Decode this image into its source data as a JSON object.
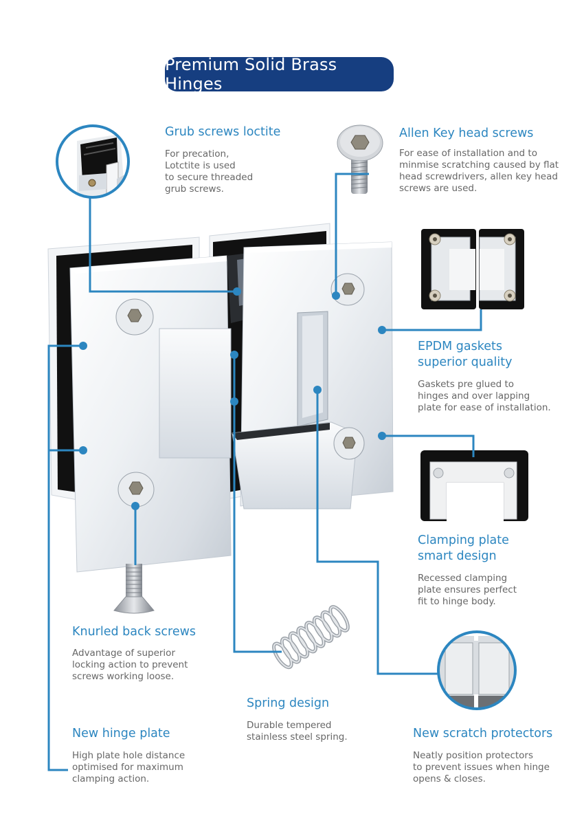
{
  "title": "Premium Solid Brass Hinges",
  "colors": {
    "title_bg": "#163e80",
    "title_text": "#ffffff",
    "accent": "#2c86c0",
    "body_text": "#666666",
    "chrome_light": "#f2f4f6",
    "gasket_black": "#111111"
  },
  "features": {
    "grub_screws": {
      "heading": "Grub screws loctite",
      "lines": [
        "For precation,",
        "Lotctite is used",
        "to secure threaded",
        "grub screws."
      ]
    },
    "allen_key": {
      "heading": "Allen Key head screws",
      "lines": [
        "For ease of installation and to",
        "minmise scratching caused by flat",
        "head screwdrivers, allen key head",
        "screws are used."
      ]
    },
    "epdm_gaskets": {
      "heading_lines": [
        "EPDM gaskets",
        "superior quality"
      ],
      "lines": [
        "Gaskets pre glued to",
        "hinges and over lapping",
        "plate for ease of installation."
      ]
    },
    "clamping_plate": {
      "heading_lines": [
        "Clamping plate",
        "smart design"
      ],
      "lines": [
        "Recessed clamping",
        "plate ensures perfect",
        "fit to hinge body."
      ]
    },
    "knurled_screws": {
      "heading": "Knurled back screws",
      "lines": [
        "Advantage of superior",
        "locking action to prevent",
        "screws working loose."
      ]
    },
    "spring": {
      "heading": "Spring design",
      "lines": [
        "Durable tempered",
        "stainless steel spring."
      ]
    },
    "hinge_plate": {
      "heading": "New hinge plate",
      "lines": [
        "High plate hole distance",
        "optimised for maximum",
        "clamping action."
      ]
    },
    "scratch_protectors": {
      "heading": "New scratch protectors",
      "lines": [
        "Neatly position protectors",
        "to prevent issues when hinge",
        "opens & closes."
      ]
    }
  },
  "icons": {
    "main_product": "glass-door-hinge-image",
    "grub_screw_inset": "grub-screw-closeup-image",
    "allen_screw": "allen-key-screw-image",
    "gasket_inset": "epdm-gasket-image",
    "clamp_plate": "clamping-plate-image",
    "knurled_screw": "knurled-screw-image",
    "spring": "spring-image",
    "protector_inset": "scratch-protector-closeup-image"
  }
}
